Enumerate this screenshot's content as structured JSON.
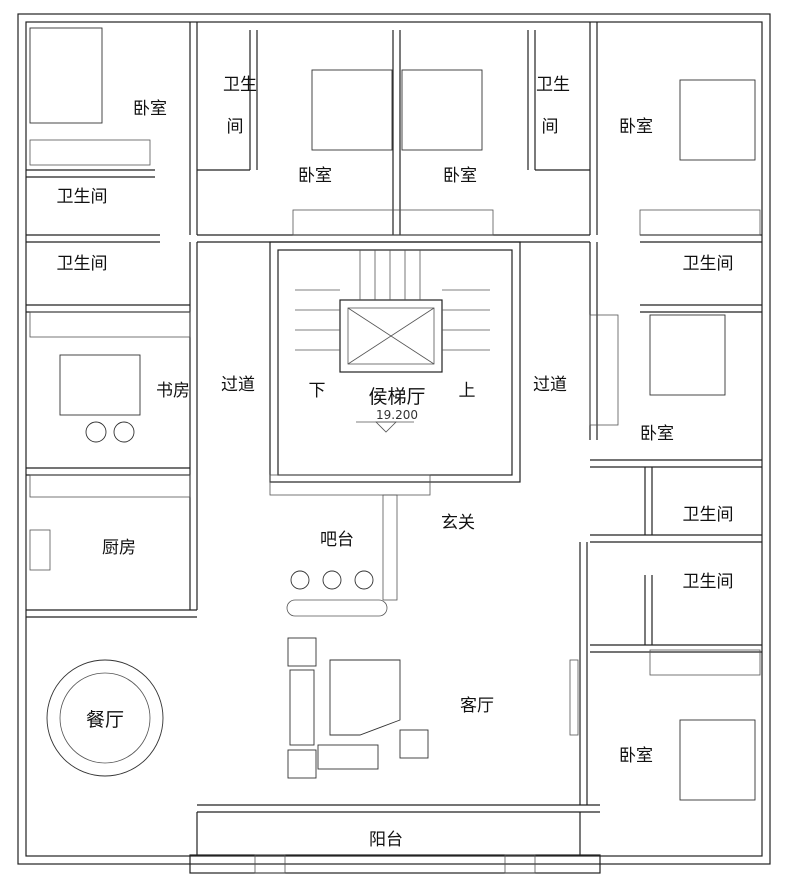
{
  "rooms": {
    "bedroom_tl": "卧室",
    "bath_tl_v1": "卫生",
    "bath_tl_v2": "间",
    "bedroom_tc1": "卧室",
    "bedroom_tc2": "卧室",
    "bath_tr_v1": "卫生",
    "bath_tr_v2": "间",
    "bedroom_tr": "卧室",
    "bath_l1": "卫生间",
    "bath_l2": "卫生间",
    "bath_r1": "卫生间",
    "study": "书房",
    "corridor_l": "过道",
    "corridor_r": "过道",
    "down": "下",
    "lobby": "侯梯厅",
    "elevation": "19.200",
    "up": "上",
    "bedroom_r": "卧室",
    "bath_r2": "卫生间",
    "bar": "吧台",
    "entrance": "玄关",
    "kitchen": "厨房",
    "bath_r3": "卫生间",
    "dining": "餐厅",
    "living": "客厅",
    "bedroom_br": "卧室",
    "balcony": "阳台"
  }
}
